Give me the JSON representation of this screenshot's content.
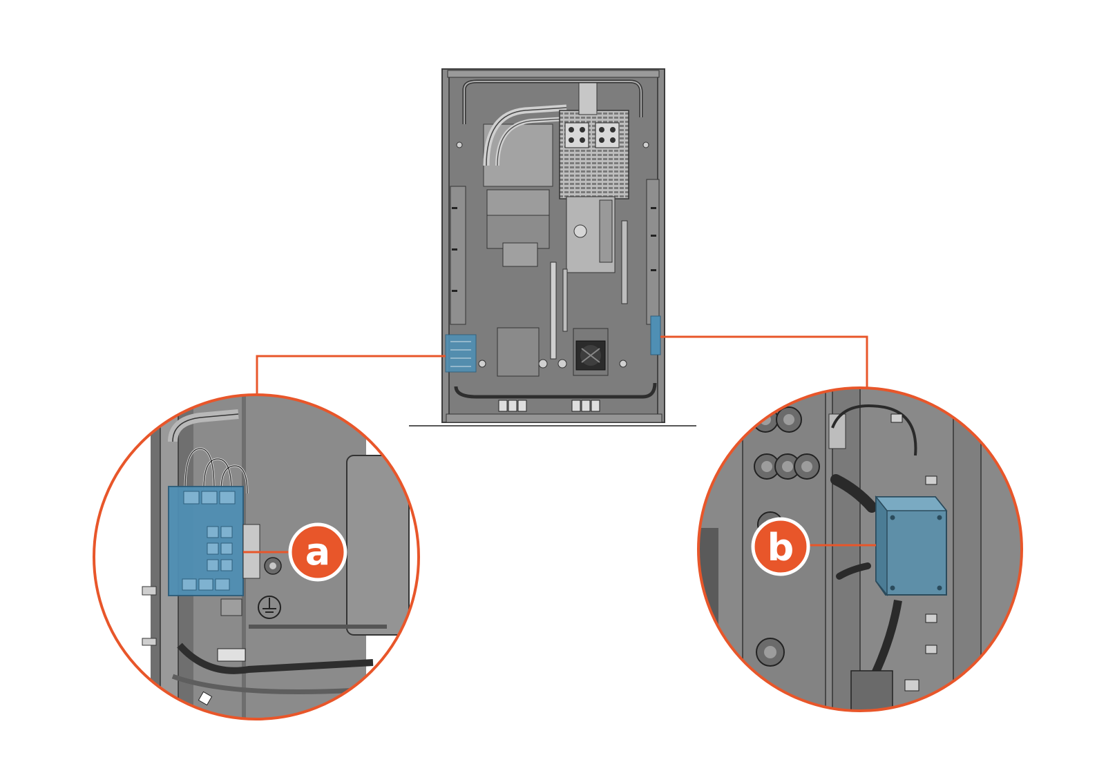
{
  "colors": {
    "accent": "#e8562a",
    "highlight": "#4f8fb4",
    "panel": "#7b7b7b",
    "panel_dark": "#4a4a4a",
    "background": "#ffffff"
  },
  "callouts": [
    {
      "id": "a",
      "label": "a",
      "icon": "terminal-block"
    },
    {
      "id": "b",
      "label": "b",
      "icon": "junction-box"
    }
  ]
}
